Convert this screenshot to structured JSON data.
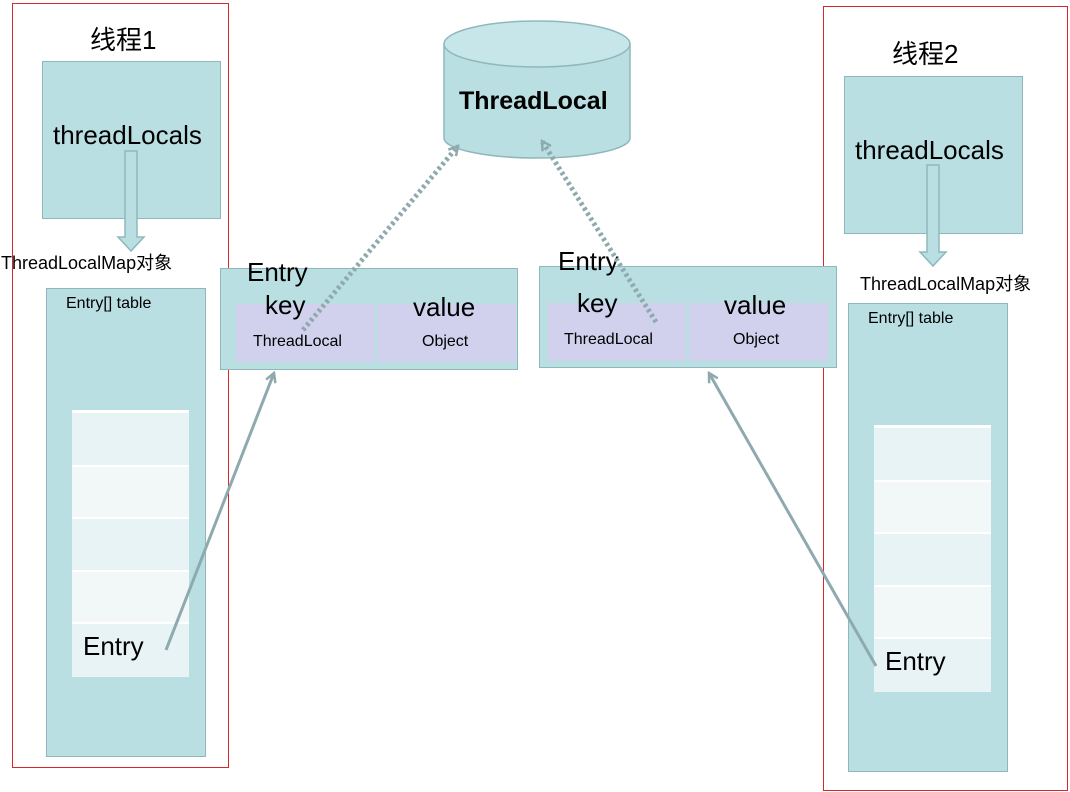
{
  "thread1": {
    "title": "线程1",
    "threadLocals": "threadLocals",
    "map_label": "ThreadLocalMap对象",
    "table_label": "Entry[] table",
    "entry_label": "Entry"
  },
  "thread2": {
    "title": "线程2",
    "threadLocals": "threadLocals",
    "map_label": "ThreadLocalMap对象",
    "table_label": "Entry[] table",
    "entry_label": "Entry"
  },
  "threadlocal": {
    "label": "ThreadLocal"
  },
  "entry_left": {
    "title": "Entry",
    "key_header": "key",
    "value_header": "value",
    "key_value": "ThreadLocal",
    "value_value": "Object"
  },
  "entry_right": {
    "title": "Entry",
    "key_header": "key",
    "value_header": "value",
    "key_value": "ThreadLocal",
    "value_value": "Object"
  },
  "colors": {
    "thread_border": "#d9262b",
    "box_fill": "#b9dfe2",
    "cell_fill": "#d1d1ee",
    "arrow": "#8faaaf"
  }
}
